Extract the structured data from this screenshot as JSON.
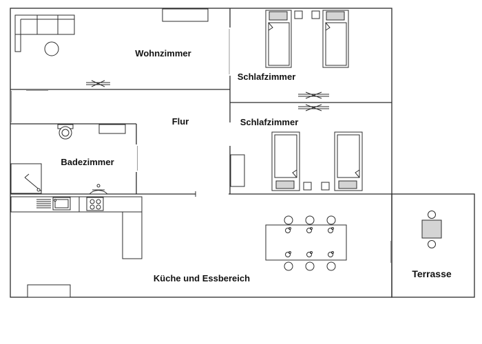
{
  "rooms": {
    "wohnzimmer": "Wohnzimmer",
    "schlafzimmer_1": "Schlafzimmer",
    "schlafzimmer_2": "Schlafzimmer",
    "flur": "Flur",
    "badezimmer": "Badezimmer",
    "kueche": "Küche und Essbereich",
    "terrasse": "Terrasse"
  }
}
